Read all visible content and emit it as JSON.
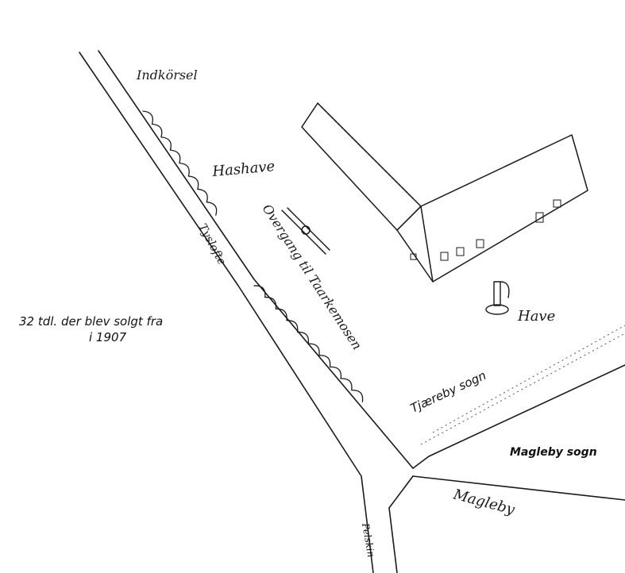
{
  "annotations": {
    "sold_note_line1": "32 tdl. der blev solgt fra",
    "sold_note_line2": "i 1907",
    "tjaereby": "Tjæreby sogn",
    "magleby_sogn": "Magleby sogn"
  },
  "handwritten": {
    "indkorsel": "Indkörsel",
    "hoshave": "Hashave",
    "road_label": "Tyslofte",
    "passage": "Overgang til Taarkemosen",
    "have": "Have",
    "magleby": "Magleby",
    "bottom_road": "Pelskin"
  },
  "colors": {
    "ink": "#1a1a1a",
    "paper": "#ffffff"
  }
}
